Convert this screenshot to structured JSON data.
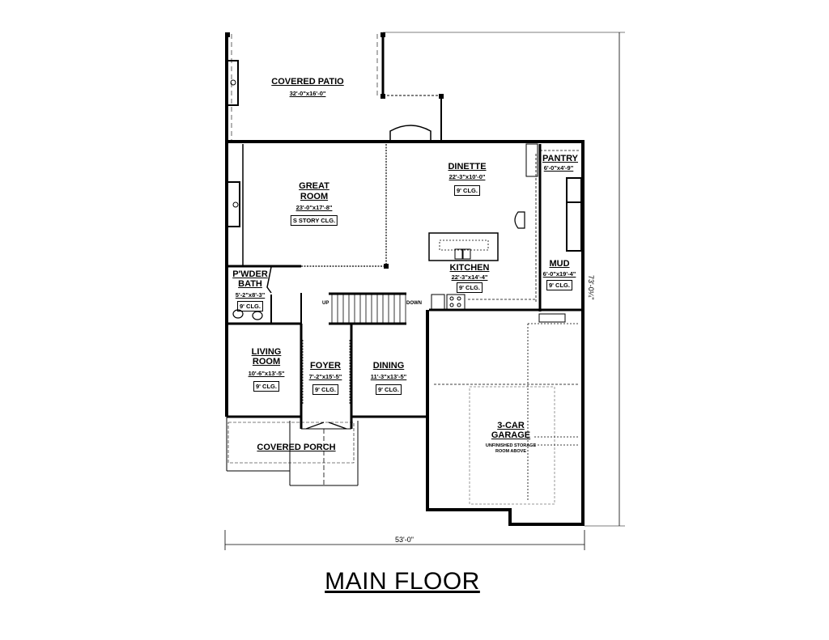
{
  "title": "MAIN FLOOR",
  "overall_width": "53'-0\"",
  "overall_depth": "73'-0¼\"",
  "rooms": {
    "covered_patio": {
      "name": "COVERED PATIO",
      "size": "32'-0\"x16'-0\""
    },
    "great_room": {
      "name_1": "GREAT",
      "name_2": "ROOM",
      "size": "23'-0\"x17'-8\"",
      "ceiling": "S STORY CLG."
    },
    "dinette": {
      "name": "DINETTE",
      "size": "22'-3\"x10'-0\"",
      "ceiling": "9' CLG."
    },
    "pantry": {
      "name": "PANTRY",
      "size": "6'-0\"x4'-9\""
    },
    "kitchen": {
      "name": "KITCHEN",
      "size": "22'-3\"x14'-4\"",
      "ceiling": "9' CLG."
    },
    "mud": {
      "name": "MUD",
      "size": "6'-0\"x19'-4\"",
      "ceiling": "9' CLG."
    },
    "powder_bath": {
      "name_1": "P'WDER",
      "name_2": "BATH",
      "size": "5'-2\"x8'-3\"",
      "ceiling": "9' CLG."
    },
    "living_room": {
      "name_1": "LIVING",
      "name_2": "ROOM",
      "size": "10'-6\"x13'-5\"",
      "ceiling": "9' CLG."
    },
    "foyer": {
      "name": "FOYER",
      "size": "7'-2\"x15'-5\"",
      "ceiling": "9' CLG."
    },
    "dining": {
      "name": "DINING",
      "size": "11'-3\"x13'-5\"",
      "ceiling": "9' CLG."
    },
    "garage": {
      "name_1": "3-CAR",
      "name_2": "GARAGE",
      "note_1": "UNFINISHED STORAGE",
      "note_2": "ROOM ABOVE"
    },
    "covered_porch": {
      "name": "COVERED PORCH"
    }
  },
  "stairs": {
    "up": "UP",
    "down": "DOWN"
  }
}
